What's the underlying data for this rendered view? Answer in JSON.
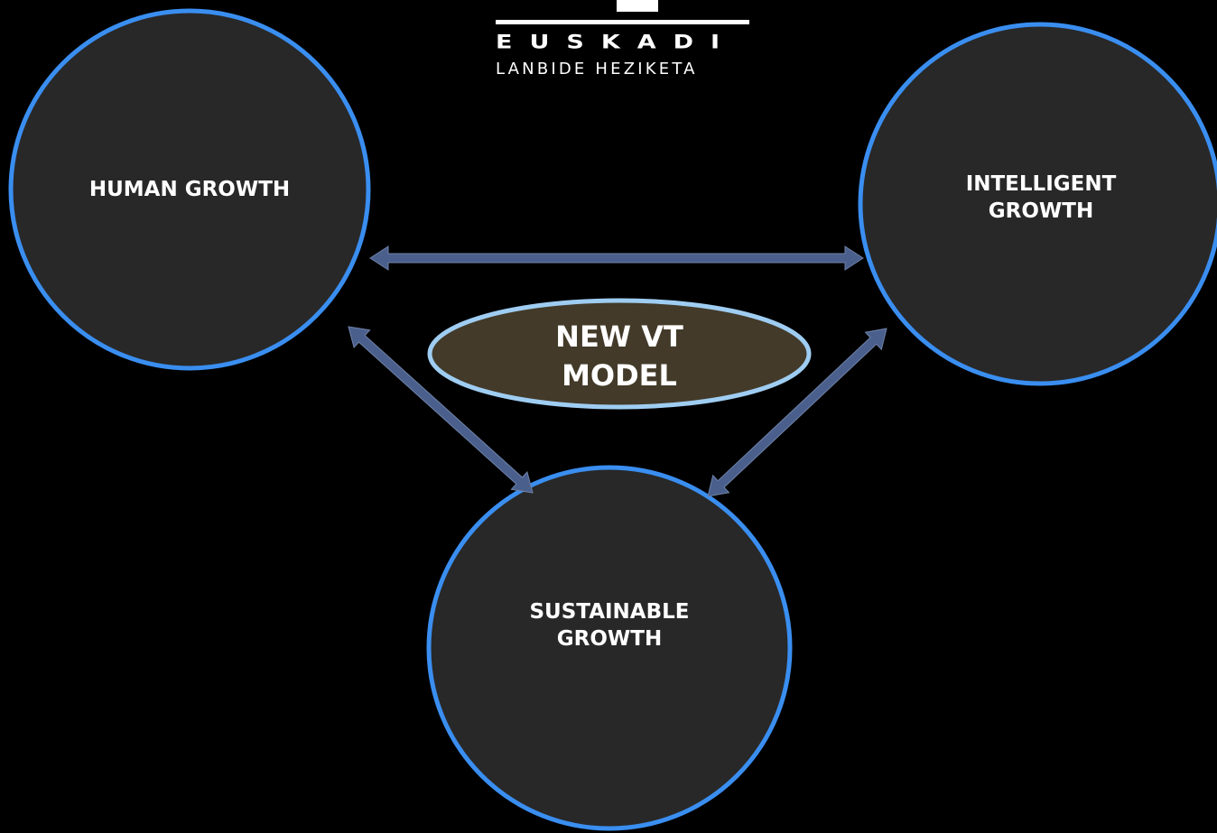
{
  "logo": {
    "title": "EUSKADI",
    "subtitle": "LANBIDE HEZIKETA"
  },
  "center": {
    "label": "NEW VT\nMODEL"
  },
  "nodes": {
    "human": "HUMAN GROWTH",
    "intelligent": "INTELLIGENT\nGROWTH",
    "sustainable": "SUSTAINABLE\nGROWTH"
  },
  "colors": {
    "background": "#000000",
    "circle_fill": "#282828",
    "circle_border": "#3a8ef0",
    "center_fill": "#433a29",
    "center_border": "#9fcdf2",
    "arrow": "#4a5f8c",
    "text": "#ffffff"
  }
}
